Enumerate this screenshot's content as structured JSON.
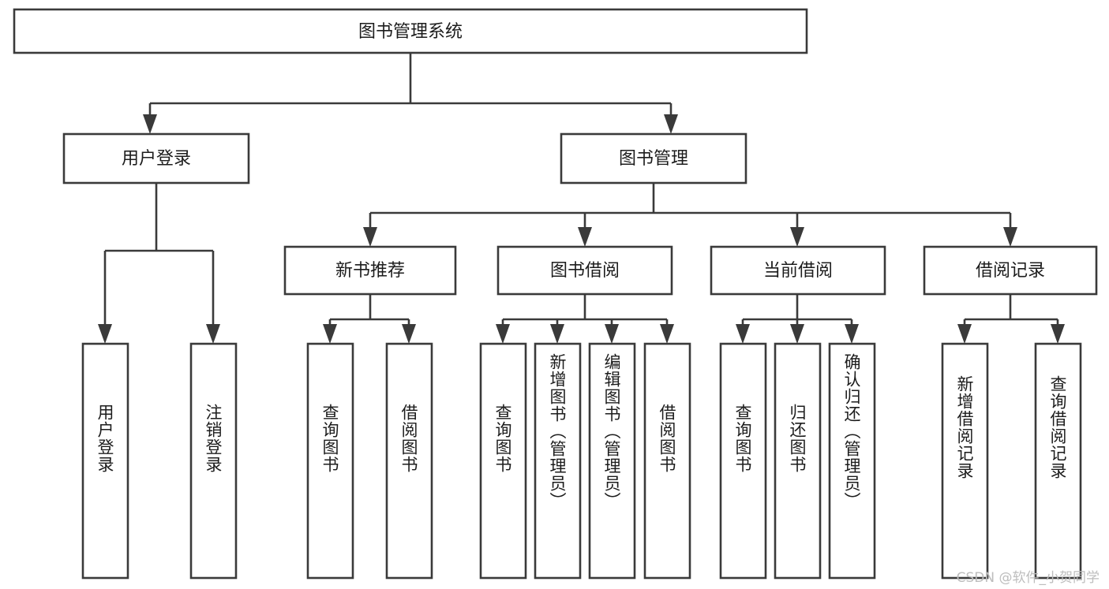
{
  "diagram": {
    "title": "图书管理系统",
    "type": "function-structure-tree",
    "colors": {
      "box_stroke": "#3a3a3a",
      "box_fill": "#ffffff",
      "text": "#1c1c1c",
      "background": "#ffffff",
      "watermark": "#bdbdbd"
    },
    "root": {
      "label": "图书管理系统"
    },
    "level2": [
      {
        "label": "用户登录"
      },
      {
        "label": "图书管理"
      }
    ],
    "level3": [
      {
        "label": "新书推荐"
      },
      {
        "label": "图书借阅"
      },
      {
        "label": "当前借阅"
      },
      {
        "label": "借阅记录"
      }
    ],
    "leaves": {
      "user_login": [
        {
          "label": "用户登录"
        },
        {
          "label": "注销登录"
        }
      ],
      "new_book_recommend": [
        {
          "label": "查询图书"
        },
        {
          "label": "借阅图书"
        }
      ],
      "book_borrow": [
        {
          "label": "查询图书"
        },
        {
          "label": "新增图书（管理员）"
        },
        {
          "label": "编辑图书（管理员）"
        },
        {
          "label": "借阅图书"
        }
      ],
      "current_borrow": [
        {
          "label": "查询图书"
        },
        {
          "label": "归还图书"
        },
        {
          "label": "确认归还（管理员）"
        }
      ],
      "borrow_record": [
        {
          "label": "新增借阅记录"
        },
        {
          "label": "查询借阅记录"
        }
      ]
    },
    "watermark": "CSDN @软件_小贺同学"
  }
}
